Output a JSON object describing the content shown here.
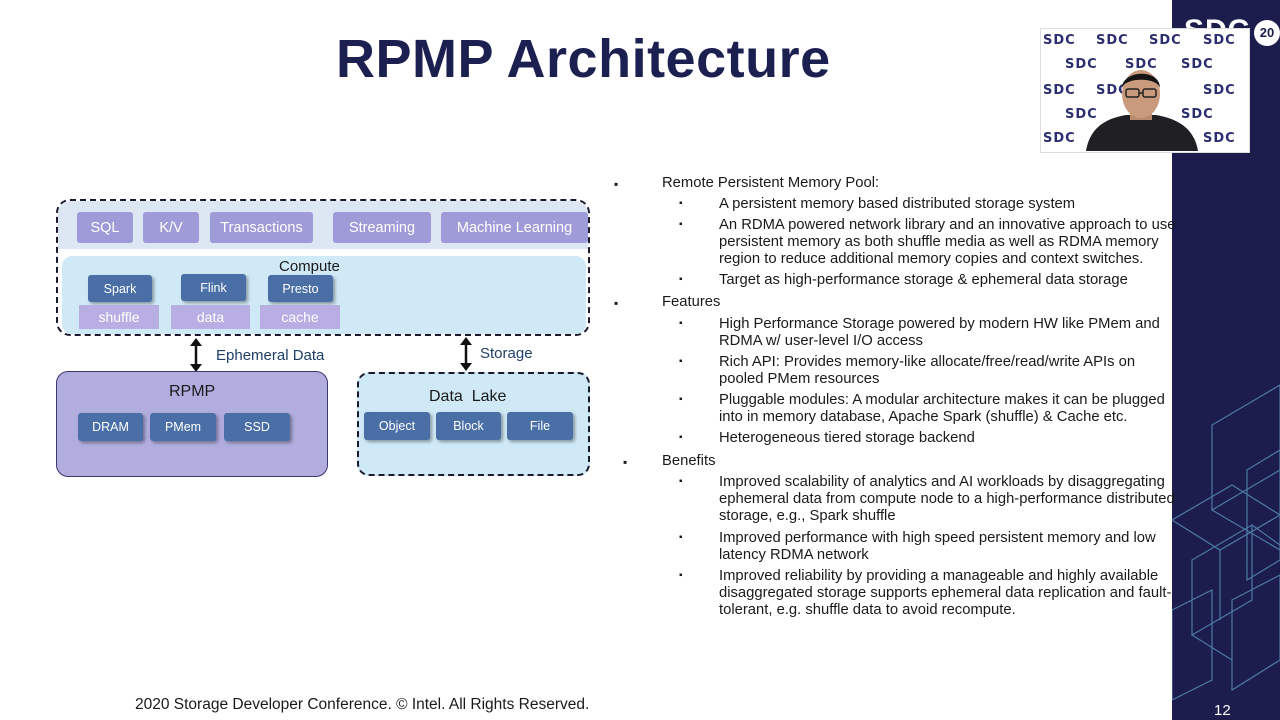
{
  "slide": {
    "title": "RPMP Architecture",
    "footer": "2020 Storage Developer Conference. © Intel.  All Rights Reserved.",
    "slide_number": "12",
    "brand": {
      "corner_logo": "SDC",
      "corner_year": "20",
      "watermark": "SDC"
    }
  },
  "diagram": {
    "workloads": [
      "SQL",
      "K/V",
      "Transactions",
      "Streaming",
      "Machine Learning"
    ],
    "compute_label": "Compute",
    "engines": [
      "Spark",
      "Flink",
      "Presto"
    ],
    "engine_data": [
      "shuffle",
      "data",
      "cache"
    ],
    "link_left_label": "Ephemeral Data",
    "link_right_label": "Storage",
    "rpmp_label": "RPMP",
    "rpmp_tiers": [
      "DRAM",
      "PMem",
      "SSD"
    ],
    "lake_label": "Data  Lake",
    "lake_types": [
      "Object",
      "Block",
      "File"
    ]
  },
  "bullets": [
    {
      "title": "Remote Persistent Memory Pool:",
      "items": [
        [
          "A persistent memory based distributed storage system"
        ],
        [
          "An RDMA powered network library and an innovative approach to use",
          "persistent memory as both shuffle media as well as RDMA memory",
          "region to reduce additional memory copies and context switches."
        ],
        [
          "Target as high-performance storage & ephemeral data storage"
        ]
      ]
    },
    {
      "title": "Features",
      "items": [
        [
          "High Performance Storage powered by modern HW like PMem and",
          "RDMA w/ user-level I/O access"
        ],
        [
          "Rich API: Provides memory-like allocate/free/read/write APIs on",
          "pooled PMem resources"
        ],
        [
          "Pluggable modules: A modular architecture makes it can be plugged",
          "into in memory database, Apache Spark (shuffle) & Cache etc."
        ],
        [
          "Heterogeneous tiered storage backend"
        ]
      ]
    },
    {
      "title": "Benefits",
      "items": [
        [
          "Improved scalability of analytics and AI workloads by disaggregating",
          "ephemeral data from compute node to a high-performance distributed",
          "storage, e.g., Spark shuffle"
        ],
        [
          "Improved performance with high speed persistent memory and low",
          "latency RDMA network"
        ],
        [
          "Improved reliability by providing a manageable and highly available",
          "disaggregated storage supports ephemeral data replication and fault-",
          "tolerant, e.g. shuffle data to avoid recompute."
        ]
      ]
    }
  ]
}
